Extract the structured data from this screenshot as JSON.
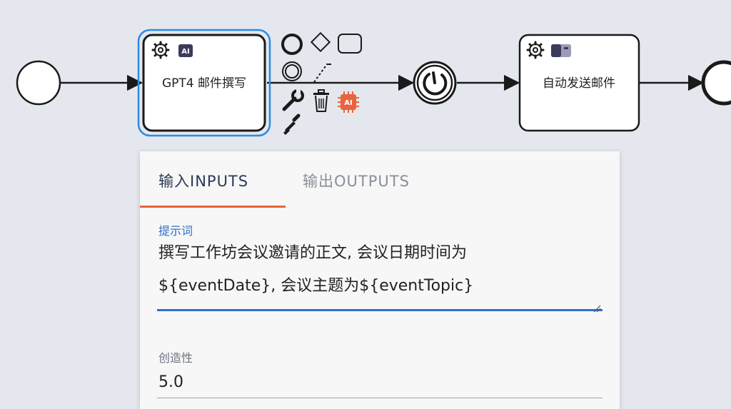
{
  "diagram": {
    "tasks": [
      {
        "id": "gpt4-task",
        "label": "GPT4 邮件撰写",
        "badge": "AI",
        "selected": true
      },
      {
        "id": "send-task",
        "label": "自动发送邮件"
      }
    ],
    "context_pad": {
      "ai_badge": "AI",
      "icons": [
        "end-event-icon",
        "gateway-icon",
        "task-icon",
        "intermediate-event-icon",
        "connect-icon",
        "wrench-icon",
        "trash-icon",
        "ai-chip-icon",
        "brush-icon"
      ]
    },
    "colors": {
      "selection": "#2b8ae6",
      "ai_chip": "#e8643c",
      "ai_badge_bg": "#3b3b5c",
      "stroke": "#1a1a1a"
    }
  },
  "panel": {
    "tabs": [
      {
        "label": "输入INPUTS",
        "active": true
      },
      {
        "label": "输出OUTPUTS",
        "active": false
      }
    ],
    "prompt": {
      "label": "提示词",
      "value": "撰写工作坊会议邀请的正文, 会议日期时间为\n${eventDate}, 会议主题为${eventTopic}"
    },
    "creativity": {
      "label": "创造性",
      "value": "5.0"
    }
  }
}
